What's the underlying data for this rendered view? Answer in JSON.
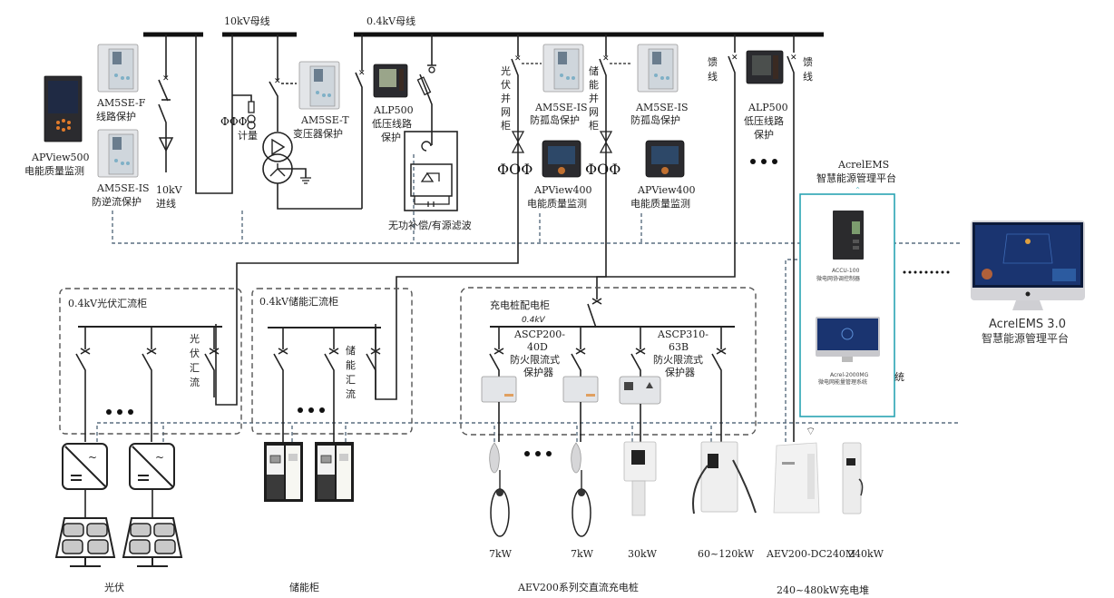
{
  "buses": {
    "hv": "10kV母线",
    "lv": "0.4kV母线",
    "charging": "0.4kV"
  },
  "devices_top": {
    "apview500": {
      "model": "APView500",
      "desc": "电能质量监测"
    },
    "am5se_f": {
      "model": "AM5SE-F",
      "desc": "线路保护"
    },
    "am5se_is_reverse": {
      "model": "AM5SE-IS",
      "desc": "防逆流保护"
    },
    "incoming": {
      "line1": "10kV",
      "line2": "进线"
    },
    "metering": "计量",
    "am5se_t": {
      "model": "AM5SE-T",
      "desc": "变压器保护"
    },
    "alp500_left": {
      "model": "ALP500",
      "desc1": "低压线路",
      "desc2": "保护"
    },
    "svg_filter": "无功补偿/有源滤波",
    "pv_grid_cabinet": [
      "光",
      "伏",
      "并",
      "网",
      "柜"
    ],
    "storage_grid_cabinet": [
      "储",
      "能",
      "并",
      "网",
      "柜"
    ],
    "am5se_is_pv": {
      "model": "AM5SE-IS",
      "desc": "防孤岛保护"
    },
    "am5se_is_storage": {
      "model": "AM5SE-IS",
      "desc": "防孤岛保护"
    },
    "apview400_pv": {
      "model": "APView400",
      "desc": "电能质量监测"
    },
    "apview400_storage": {
      "model": "APView400",
      "desc": "电能质量监测"
    },
    "feeder_left": [
      "馈",
      "线"
    ],
    "feeder_right": [
      "馈",
      "线"
    ],
    "alp500_right": {
      "model": "ALP500",
      "desc1": "低压线路",
      "desc2": "保护"
    }
  },
  "ems": {
    "title1": "AcrelEMS",
    "title2": "智慧能源管理平台",
    "accu": {
      "model": "ACCU-100",
      "desc": "微电网协调控制器"
    },
    "acrel2000": {
      "model": "Acrel-2000MG",
      "desc": "微电网能量管理系统"
    },
    "stray_char": "统",
    "platform": {
      "title1": "AcrelEMS 3.0",
      "title2": "智慧能源管理平台"
    }
  },
  "cabinets": {
    "pv": {
      "title": "0.4kV光伏汇流柜",
      "label": [
        "光",
        "伏",
        "汇",
        "流"
      ]
    },
    "storage": {
      "title": "0.4kV储能汇流柜",
      "label": [
        "储",
        "能",
        "汇",
        "流"
      ]
    },
    "charging": {
      "title": "充电桩配电柜",
      "ascp200": {
        "l1": "ASCP200-",
        "l2": "40D",
        "l3": "防火限流式",
        "l4": "保护器"
      },
      "ascp310": {
        "l1": "ASCP310-",
        "l2": "63B",
        "l3": "防火限流式",
        "l4": "保护器"
      }
    }
  },
  "bottom": {
    "pv_label": "光伏",
    "storage_label": "储能柜",
    "chargers": [
      {
        "power": "7kW"
      },
      {
        "power": "7kW"
      },
      {
        "power": "30kW"
      },
      {
        "power": "60~120kW"
      },
      {
        "power": "AEV200-DC240M"
      },
      {
        "power": "240kW"
      }
    ],
    "ac_dc_label": "AEV200系列交直流充电桩",
    "stack_label": "240~480kW充电堆"
  },
  "colors": {
    "line": "#222222",
    "comm_dash": "#5a6e80",
    "ems_border": "#2aa3b3",
    "screen": "#1a3470"
  }
}
